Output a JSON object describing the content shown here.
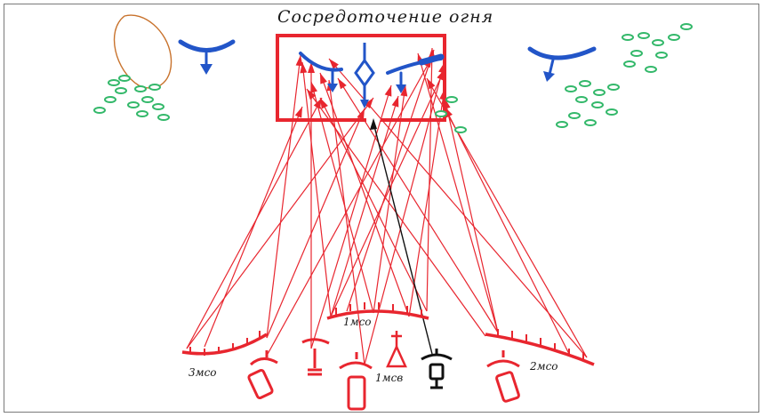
{
  "title": "Сосредоточение огня",
  "labels": {
    "mso1": "1мсо",
    "mso2": "2мсо",
    "mso3": "3мсо",
    "msv1": "1мсв"
  },
  "colors": {
    "fire": "#e8262f",
    "enemy": "#2255c8",
    "vegetation": "#33b86a",
    "terrain": "#c8722c",
    "command": "#111111"
  }
}
